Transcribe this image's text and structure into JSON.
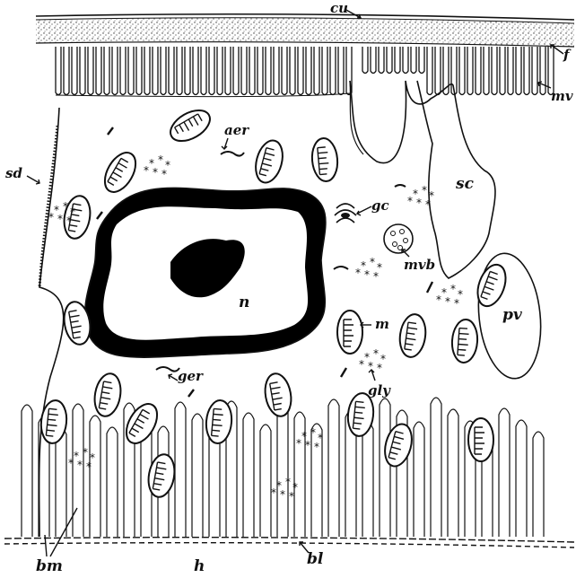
{
  "labels": {
    "cu": "cu",
    "f": "f",
    "mv": "mv",
    "aer": "aer",
    "sd": "sd",
    "sc": "sc",
    "gc": "gc",
    "mvb": "mvb",
    "n": "n",
    "pv": "pv",
    "m": "m",
    "ger": "ger",
    "gly": "gly",
    "bm": "bm",
    "h": "h",
    "bl": "bl"
  }
}
